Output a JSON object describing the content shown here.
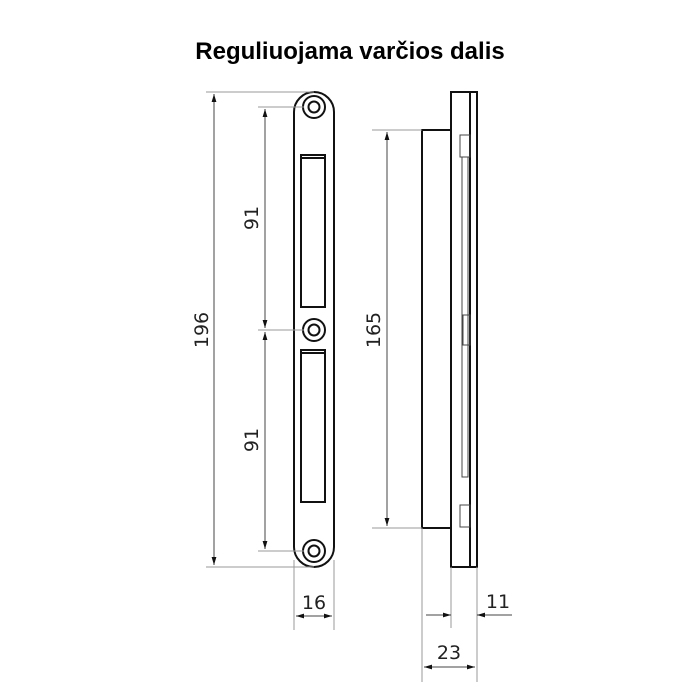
{
  "title": "Reguliuojama varčios dalis",
  "dimensions": {
    "total_height": "196",
    "upper_spacing": "91",
    "lower_spacing": "91",
    "plate_width": "16",
    "body_height": "165",
    "flange_depth": "11",
    "total_depth": "23"
  }
}
